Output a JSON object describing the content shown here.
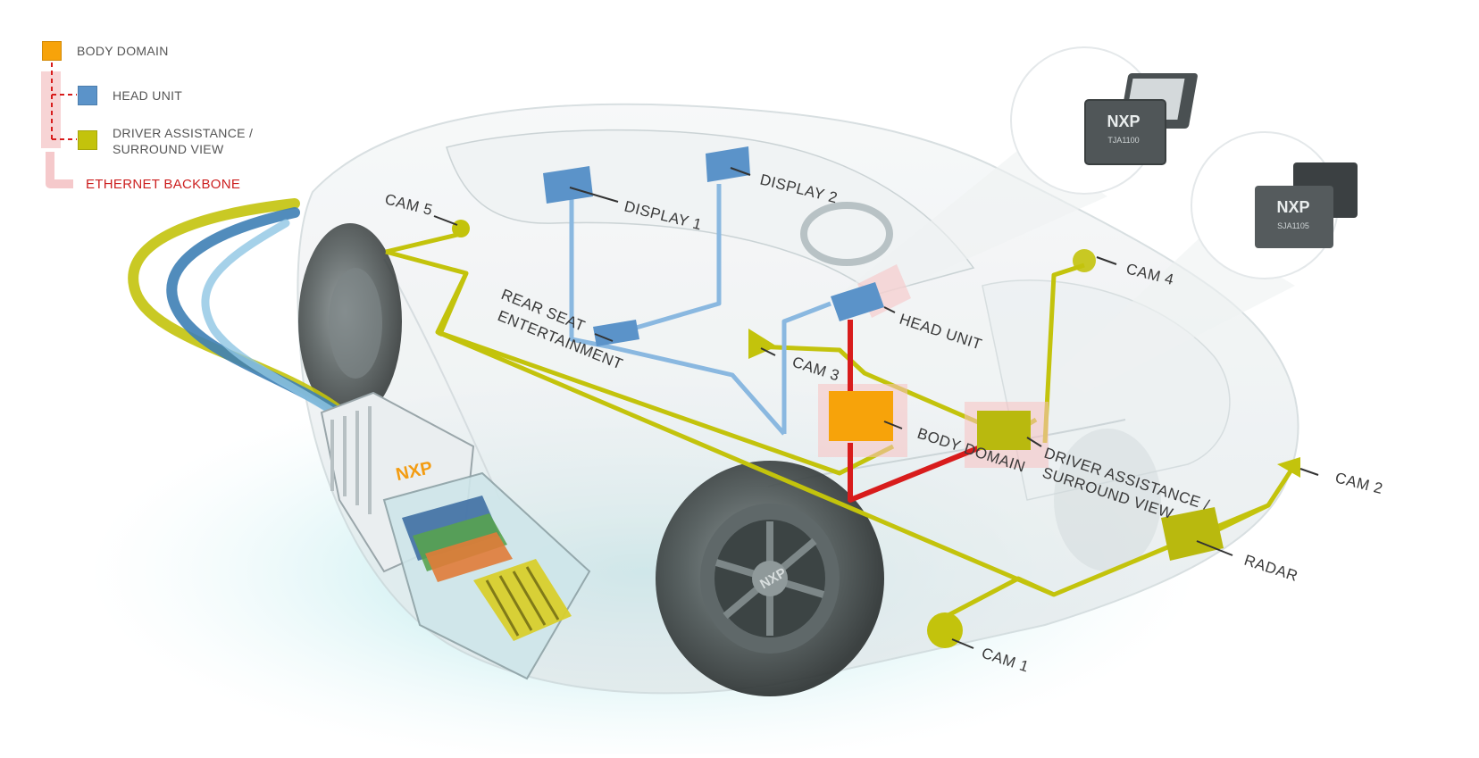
{
  "legend": {
    "body_domain": "BODY DOMAIN",
    "head_unit": "HEAD UNIT",
    "driver_assistance_line1": "DRIVER ASSISTANCE /",
    "driver_assistance_line2": "SURROUND VIEW",
    "ethernet_backbone": "ETHERNET BACKBONE"
  },
  "labels": {
    "cam5": "CAM 5",
    "display1": "DISPLAY 1",
    "display2": "DISPLAY 2",
    "rear_seat_line1": "REAR SEAT",
    "rear_seat_line2": "ENTERTAINMENT",
    "head_unit": "HEAD UNIT",
    "cam3": "CAM 3",
    "cam4": "CAM 4",
    "body_domain": "BODY DOMAIN",
    "driver_assistance_line1": "DRIVER ASSISTANCE /",
    "driver_assistance_line2": "SURROUND VIEW",
    "cam2": "CAM 2",
    "radar": "RADAR",
    "cam1": "CAM 1"
  },
  "chips": {
    "chip1_brand": "NXP",
    "chip1_part": "TJA1100",
    "chip2_brand": "NXP",
    "chip2_part": "SJA1105"
  },
  "connector": {
    "brand": "NXP"
  },
  "wheel": {
    "brand": "NXP"
  },
  "colors": {
    "body_domain": "#f7a30a",
    "head_unit": "#5b93c9",
    "driver_assistance": "#c3c30c",
    "ethernet_backbone": "#d81c1c",
    "head_unit_link": "#8ab8e0"
  }
}
